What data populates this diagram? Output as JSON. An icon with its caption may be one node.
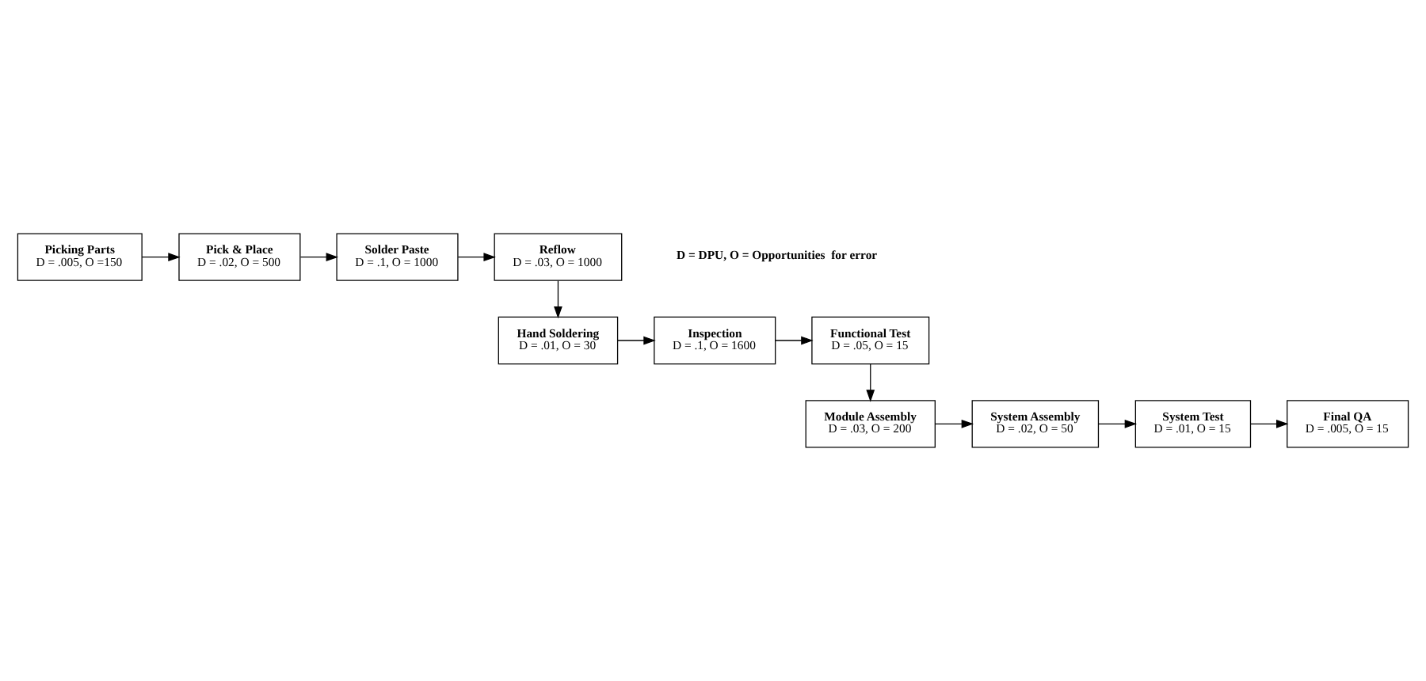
{
  "diagram": {
    "nodes": [
      {
        "text": [
          "Picking Parts",
          "D = .005, O =150"
        ]
      },
      {
        "text": [
          "Pick & Place",
          "D = .02, O = 500"
        ]
      },
      {
        "text": [
          "Solder Paste",
          "D = .1, O = 1000"
        ]
      },
      {
        "text": [
          "Reflow",
          "D = .03, O = 1000"
        ]
      },
      {
        "text": [
          "Functional Test",
          "D = .05, O = 15"
        ]
      },
      {
        "text": [
          "Inspection",
          "D = .1, O = 1600"
        ]
      },
      {
        "text": [
          "Hand Soldering",
          "D = .01, O = 30"
        ]
      },
      {
        "text": [
          "Module Assembly",
          "D = .03, O = 200"
        ]
      },
      {
        "text": [
          "System Assembly",
          "D = .02, O = 50"
        ]
      },
      {
        "text": [
          "System Test",
          "D = .01, O = 15"
        ]
      },
      {
        "text": [
          "Final QA",
          "D = .005, O = 15"
        ]
      }
    ],
    "edges": [
      {
        "from": 0,
        "to": 1,
        "arrow": "to"
      },
      {
        "from": 1,
        "to": 2,
        "arrow": "to"
      },
      {
        "from": 2,
        "to": 3,
        "arrow": "to"
      },
      {
        "from": 3,
        "to": 6,
        "arrow": "to"
      },
      {
        "from": 6,
        "to": 5,
        "arrow": "to"
      },
      {
        "from": 5,
        "to": 4,
        "arrow": "to"
      },
      {
        "from": 4,
        "to": 7,
        "arrow": "to"
      },
      {
        "from": 7,
        "to": 8,
        "arrow": "to"
      },
      {
        "from": 8,
        "to": 9,
        "arrow": "to"
      },
      {
        "from": 9,
        "to": 10,
        "arrow": "to"
      }
    ],
    "labels": [
      "D = DPU, O = Opportunities  for error"
    ]
  }
}
